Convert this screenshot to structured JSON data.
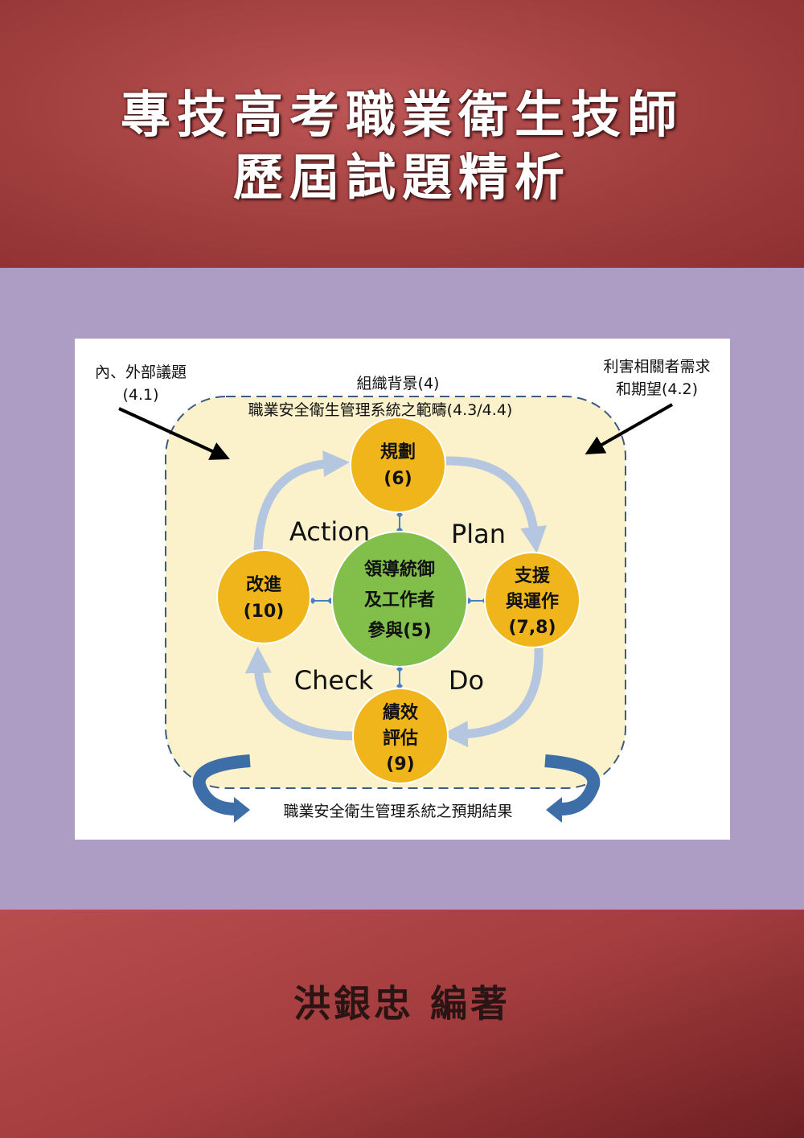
{
  "cover": {
    "title_line1": "專技高考職業衛生技師",
    "title_line2": "歷屆試題精析",
    "author": "洪銀忠 編著"
  },
  "diagram": {
    "internal_external_issues": "內、外部議題",
    "internal_external_ref": "(4.1)",
    "org_context": "組織背景(4)",
    "scope": "職業安全衛生管理系統之範疇(4.3/4.4)",
    "stakeholders_line1": "利害相關者需求",
    "stakeholders_line2": "和期望(4.2)",
    "planning": {
      "label": "規劃",
      "ref": "(6)"
    },
    "support": {
      "line1": "支援",
      "line2": "與運作",
      "ref": "(7,8)"
    },
    "evaluation": {
      "line1": "績效",
      "line2": "評估",
      "ref": "(9)"
    },
    "improvement": {
      "label": "改進",
      "ref": "(10)"
    },
    "leadership": {
      "line1": "領導統御",
      "line2": "及工作者",
      "line3": "參與(5)"
    },
    "pdca": {
      "plan": "Plan",
      "do": "Do",
      "check": "Check",
      "action": "Action"
    },
    "outcome": "職業安全衛生管理系統之預期結果",
    "colors": {
      "orange": "#f1b51c",
      "green": "#82bf4a",
      "cycle": "#b4c6e0",
      "scope_fill": "#fbf2cc",
      "dash": "#3d5a80",
      "curl": "#3e6ea8"
    }
  }
}
